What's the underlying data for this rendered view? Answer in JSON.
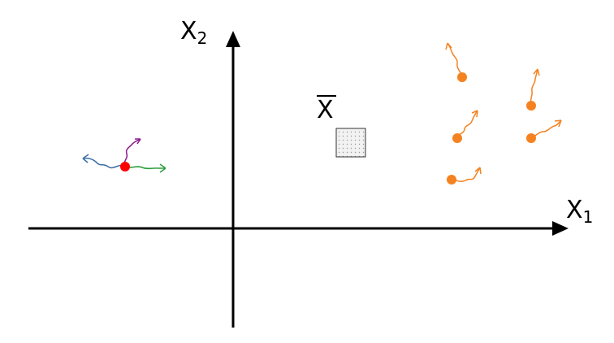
{
  "axes": {
    "x_label": "X",
    "x_subscript": "1",
    "y_label": "X",
    "y_subscript": "2"
  },
  "mean": {
    "label": "X"
  },
  "colors": {
    "axis": "#000000",
    "orange_particle": "#f58220",
    "red_particle": "#ff0000",
    "arrow_blue": "#3d6fa8",
    "arrow_purple": "#8b1a8b",
    "arrow_green": "#2e9e3e",
    "mean_box_fill": "#f0f0f0",
    "mean_box_dots": "#9a9a9a"
  }
}
